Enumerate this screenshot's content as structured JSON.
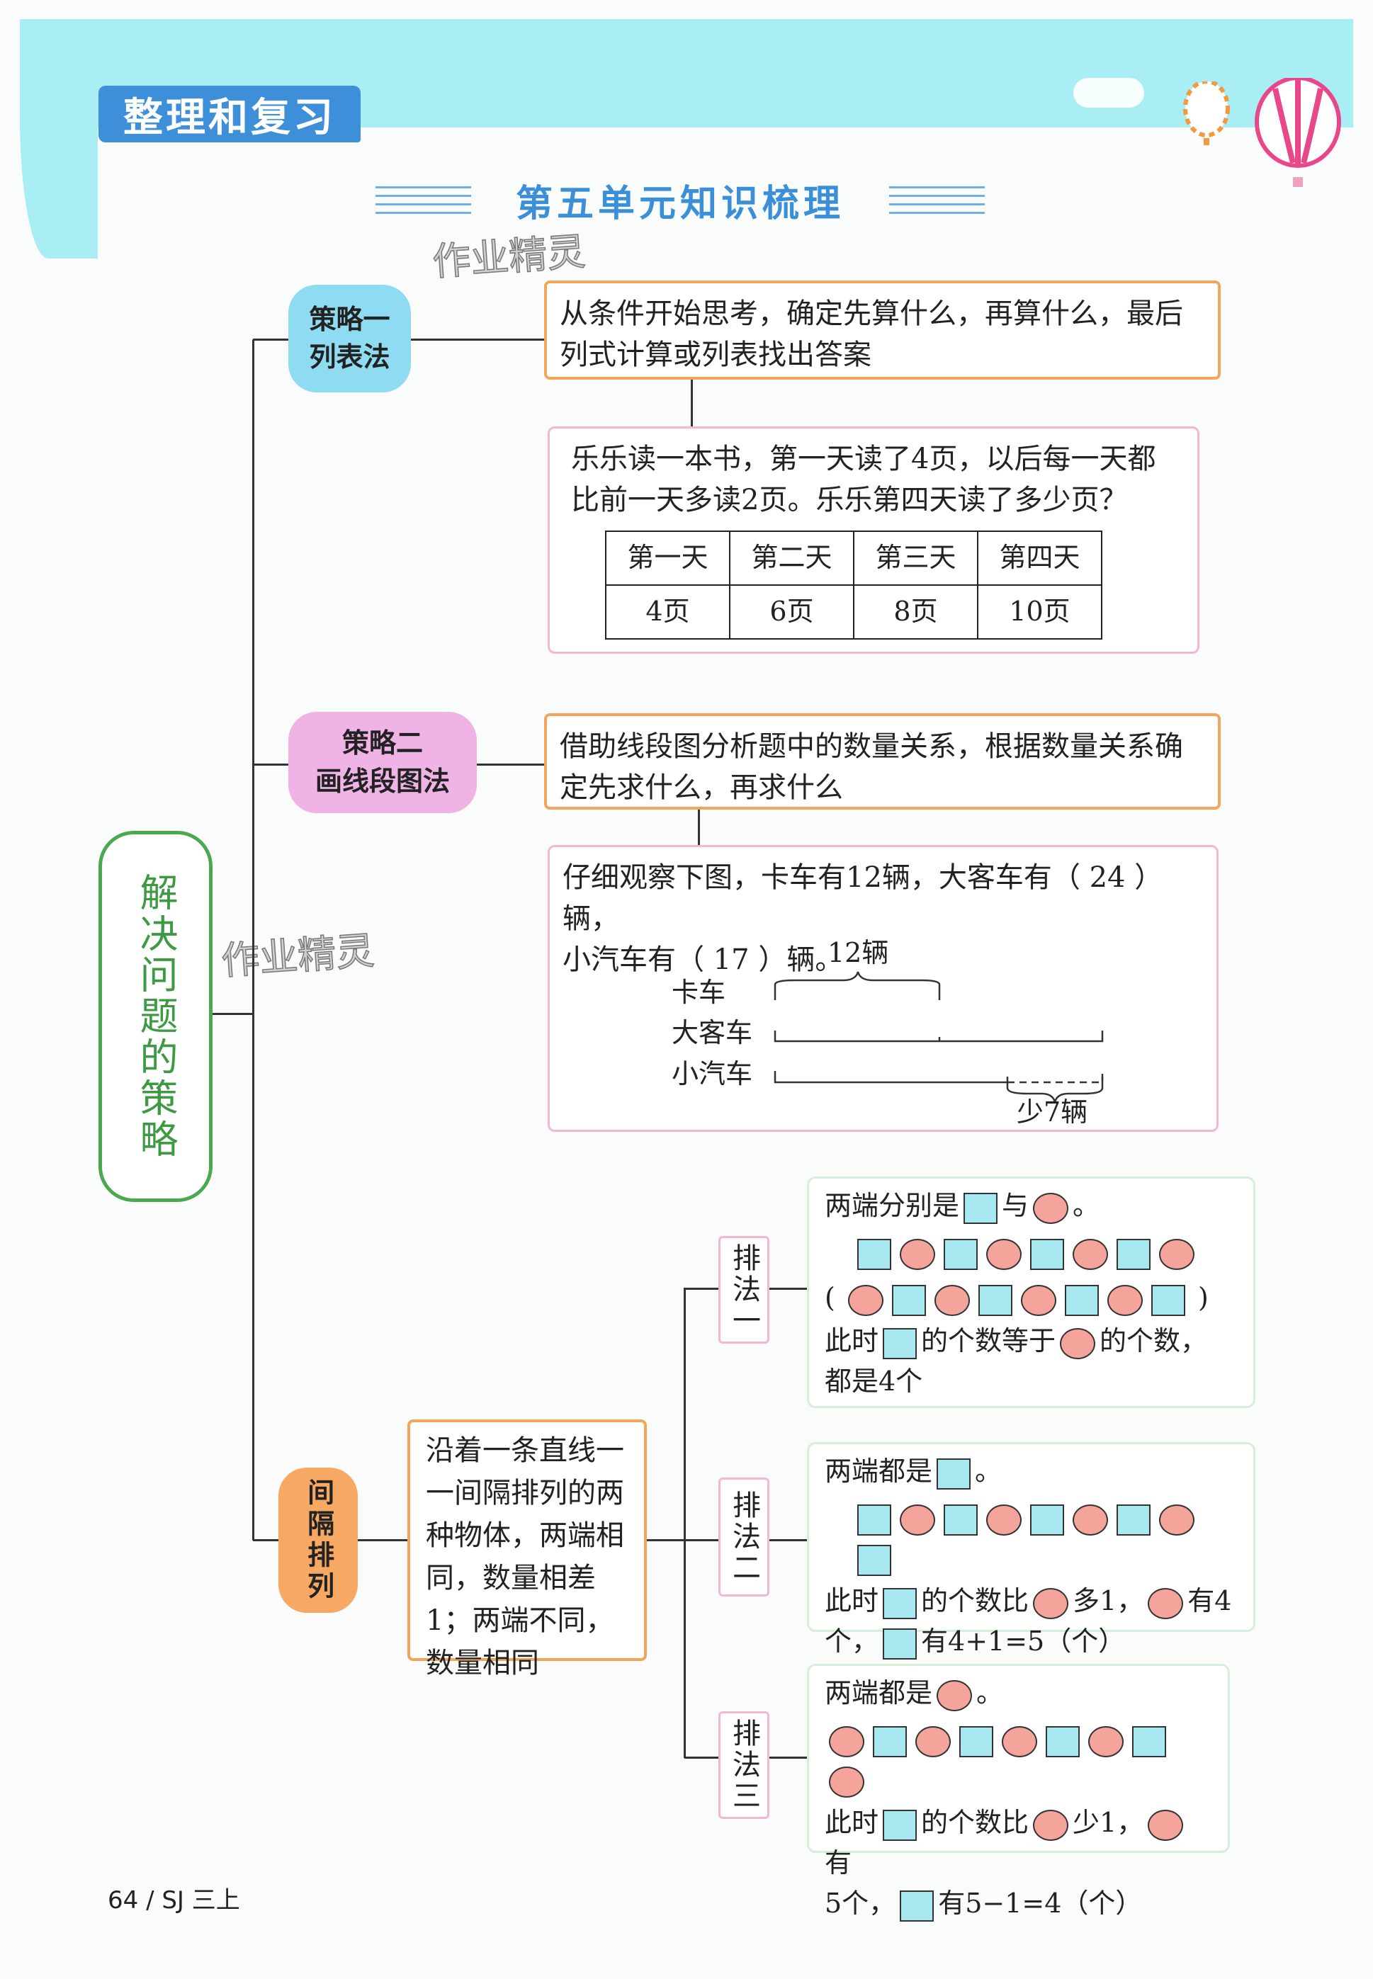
{
  "header": {
    "tag": "整理和复习",
    "subtitle": "第五单元知识梳理",
    "watermark": "作业精灵"
  },
  "main_topic": "解决问题的策略",
  "strategy1": {
    "label_line1": "策略一",
    "label_line2": "列表法",
    "description": "从条件开始思考，确定先算什么，再算什么，最后列式计算或列表找出答案",
    "example": "乐乐读一本书，第一天读了4页，以后每一天都比前一天多读2页。乐乐第四天读了多少页？",
    "table": {
      "headers": [
        "第一天",
        "第二天",
        "第三天",
        "第四天"
      ],
      "values": [
        "4页",
        "6页",
        "8页",
        "10页"
      ]
    }
  },
  "strategy2": {
    "label_line1": "策略二",
    "label_line2": "画线段图法",
    "description": "借助线段图分析题中的数量关系，根据数量关系确定先求什么，再求什么",
    "example_line1": "仔细观察下图，卡车有12辆，大客车有（ 24 ）辆，",
    "example_line2": "小汽车有（ 17 ）辆。",
    "diagram": {
      "top_label": "12辆",
      "rows": [
        "卡车",
        "大客车",
        "小汽车"
      ],
      "bottom_label": "少7辆"
    }
  },
  "interval": {
    "label": "间隔排列",
    "description": "沿着一条直线一一间隔排列的两种物体，两端相同，数量相差1；两端不同，数量相同",
    "methods": [
      {
        "label": "排法一",
        "intro": "两端分别是",
        "mid": "与",
        "end": "。",
        "rows": [
          [
            "s",
            "c",
            "s",
            "c",
            "s",
            "c",
            "s",
            "c"
          ],
          [
            "c",
            "s",
            "c",
            "s",
            "c",
            "s",
            "c",
            "s"
          ]
        ],
        "paren_open": "(",
        "paren_close": ")",
        "t1": "此时",
        "t2": "的个数等于",
        "t3": "的个数，",
        "t4": "都是4个"
      },
      {
        "label": "排法二",
        "intro": "两端都是",
        "end": "。",
        "rows": [
          [
            "s",
            "c",
            "s",
            "c",
            "s",
            "c",
            "s",
            "c",
            "s"
          ]
        ],
        "t1": "此时",
        "t2": "的个数比",
        "t3": "多1，",
        "t4": "有4",
        "t5": "个，",
        "t6": "有4+1=5（个）"
      },
      {
        "label": "排法三",
        "intro": "两端都是",
        "end": "。",
        "rows": [
          [
            "c",
            "s",
            "c",
            "s",
            "c",
            "s",
            "c",
            "s",
            "c"
          ]
        ],
        "t1": "此时",
        "t2": "的个数比",
        "t3": "少1，",
        "t4": "有",
        "t5": "5个，",
        "t6": "有5−1=4（个）"
      }
    ]
  },
  "footer": {
    "page": "64 / SJ 三上"
  }
}
